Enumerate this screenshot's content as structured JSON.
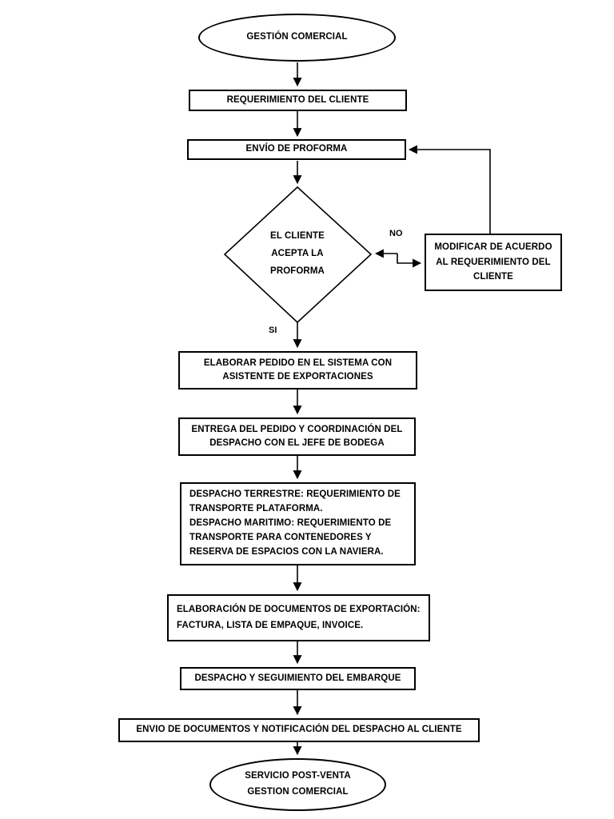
{
  "page": {
    "background_color": "#ffffff",
    "line_color": "#000000"
  },
  "flowchart": {
    "nodes": {
      "start": {
        "type": "terminal-ellipse",
        "label": "GESTIÓN COMERCIAL"
      },
      "requerimiento": {
        "type": "process",
        "label": "REQUERIMIENTO DEL CLIENTE"
      },
      "envio_proforma": {
        "type": "process",
        "label": "ENVÍO DE PROFORMA"
      },
      "decision": {
        "type": "decision-diamond",
        "label": "EL CLIENTE\nACEPTA LA\nPROFORMA"
      },
      "modificar": {
        "type": "process",
        "label": "MODIFICAR DE ACUERDO\nAL REQUERIMIENTO DEL\nCLIENTE"
      },
      "elaborar_pedido": {
        "type": "process",
        "label": "ELABORAR PEDIDO EN EL SISTEMA CON\nASISTENTE DE EXPORTACIONES"
      },
      "entrega_pedido": {
        "type": "process",
        "label": "ENTREGA DEL PEDIDO Y COORDINACIÓN DEL\nDESPACHO CON EL JEFE DE BODEGA"
      },
      "despacho_detalle": {
        "type": "process",
        "label": "DESPACHO TERRESTRE: REQUERIMIENTO DE\nTRANSPORTE PLATAFORMA.\nDESPACHO MARITIMO: REQUERIMIENTO DE\nTRANSPORTE PARA CONTENEDORES Y\nRESERVA DE ESPACIOS CON LA NAVIERA."
      },
      "elaboracion_documentos": {
        "type": "process",
        "label": "ELABORACIÓN DE DOCUMENTOS DE EXPORTACIÓN:\nFACTURA, LISTA DE EMPAQUE, INVOICE."
      },
      "despacho_seguimiento": {
        "type": "process",
        "label": "DESPACHO Y SEGUIMIENTO DEL EMBARQUE"
      },
      "envio_documentos": {
        "type": "process",
        "label": "ENVIO DE DOCUMENTOS Y NOTIFICACIÓN DEL DESPACHO AL CLIENTE"
      },
      "end": {
        "type": "terminal-ellipse",
        "label": "SERVICIO POST-VENTA\nGESTION COMERCIAL"
      }
    },
    "edge_labels": {
      "no": "NO",
      "si": "SI"
    }
  }
}
